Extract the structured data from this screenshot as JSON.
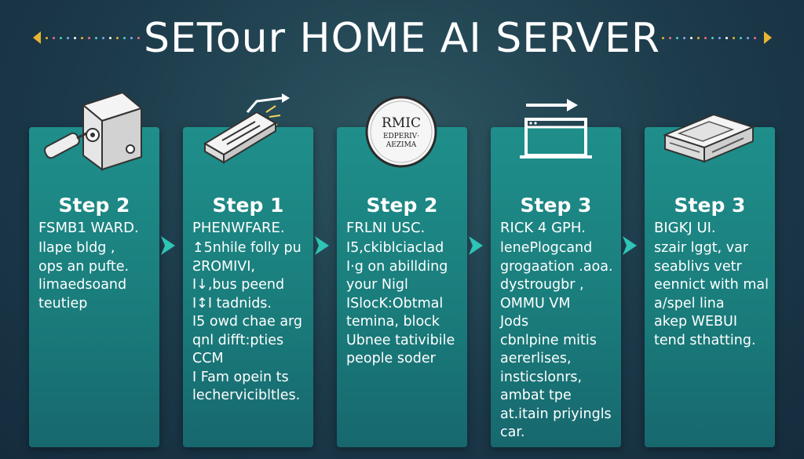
{
  "title": "SETour HOME AI SERVER",
  "accent_color": "#e8b432",
  "card_color": "#1f8f8b",
  "background_color": "#1c3a4a",
  "dot_colors": [
    "#e8b432",
    "#f06a8a",
    "#4fd1c5",
    "#7fa8ff",
    "#ffffff",
    "#e8b432",
    "#f06a8a",
    "#4fd1c5",
    "#7fa8ff",
    "#ffffff",
    "#e8b432",
    "#4fd1c5",
    "#7fa8ff",
    "#f06a8a"
  ],
  "cards": [
    {
      "icon": "power-supply-box-icon",
      "step": "Step 2",
      "subtitle": "FSMB1 WARD.",
      "lines": [
        "Ilape bldg ,",
        "ops an pufte.",
        "limaedsoand",
        "teutiep"
      ]
    },
    {
      "icon": "network-switch-icon",
      "step": "Step 1",
      "subtitle": "PHENWFARE.",
      "lines": [
        "↥5nhile folly pu",
        "ƧROMIVI,",
        "I↓,bus peend",
        "I↕I tadnids.",
        "I5 owd chae arg",
        "qnl difft:pties",
        "CCM",
        "I Fam opein ts",
        "lechervicibltles."
      ]
    },
    {
      "icon": "rmic-badge-icon",
      "badge_line1": "RMIC",
      "badge_line2": "EDPERIV·",
      "badge_line3": "AEZIMA",
      "step": "Step 2",
      "subtitle": "FRLNI USC.",
      "lines": [
        "I5,ckiblciacIad",
        "I·g on abillding",
        "your Nigl",
        "ISlocK:Obtmal",
        "temina, block",
        "Ubnee tativibile",
        "people soder"
      ]
    },
    {
      "icon": "laptop-arrow-icon",
      "step": "Step 3",
      "subtitle": "RICK 4 GPH.",
      "lines": [
        "lenePlogcand",
        "grogaation .aoa.",
        "dystrougbr ,",
        "OMMU VM",
        "Jods",
        "cbnlpine mitis",
        "aererlises,",
        "insticslonrs,",
        "ambat tpe",
        "at.itain priyingls",
        "car."
      ]
    },
    {
      "icon": "server-unit-icon",
      "step": "Step 3",
      "subtitle": "BIGKJ UI.",
      "lines": [
        "szair lggt, var",
        "seablivs vetr",
        "eennict with mal",
        "a/spel lina",
        "akep WEBUI",
        "tend sthatting."
      ]
    }
  ]
}
